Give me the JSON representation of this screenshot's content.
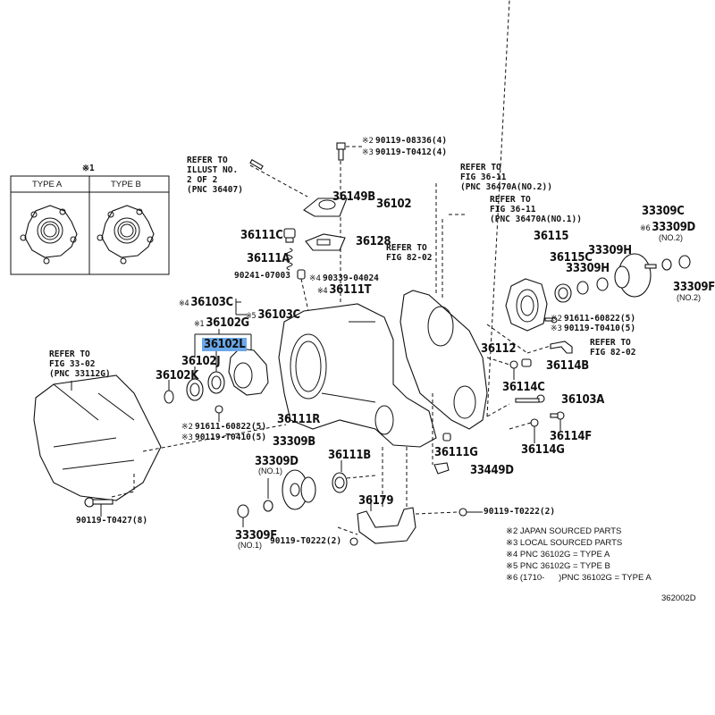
{
  "diagram": {
    "figure_id": "362002D",
    "highlighted_part": "36102L",
    "highlight_color": "#6aa7e8",
    "type_box": {
      "marker": "※1",
      "columns": [
        "TYPE A",
        "TYPE B"
      ]
    },
    "refs": {
      "illust": [
        "REFER TO",
        "ILLUST NO.",
        "2 OF 2",
        "(PNC 36407)"
      ],
      "fig36_11_no2": [
        "REFER TO",
        "FIG 36-11",
        "(PNC 36470A(NO.2))"
      ],
      "fig36_11_no1": [
        "REFER TO",
        "FIG 36-11",
        "(PNC 36470A(NO.1))"
      ],
      "fig82_02_top": [
        "REFER TO",
        "FIG 82-02"
      ],
      "fig82_02_right": [
        "REFER TO",
        "FIG 82-02"
      ],
      "fig33_02": [
        "REFER TO",
        "FIG 33-02",
        "(PNC 33112G)"
      ]
    },
    "labels": {
      "bolt_top_a": {
        "mark": "※2",
        "text": "90119-08336(4)"
      },
      "bolt_top_b": {
        "mark": "※3",
        "text": "90119-T0412(4)"
      },
      "p36149B": "36149B",
      "p36102": "36102",
      "p36111C": "36111C",
      "p36128": "36128",
      "p36111A": "36111A",
      "p90241": "90241-07003",
      "p90339": {
        "mark": "※4",
        "text": "90339-04024"
      },
      "p36111T": {
        "mark": "※4",
        "text": "36111T"
      },
      "p36103C_a": {
        "mark": "※4",
        "text": "36103C"
      },
      "p36103C_b": {
        "mark": "※5",
        "text": "36103C"
      },
      "p36102G": {
        "mark": "※1",
        "text": "36102G"
      },
      "p36102L": "36102L",
      "p36102J": "36102J",
      "p36102K": "36102K",
      "bolt_left_a": {
        "mark": "※2",
        "text": "91611-60822(5)"
      },
      "bolt_left_b": {
        "mark": "※3",
        "text": "90119-T0410(5)"
      },
      "p36111R": "36111R",
      "p33309B": "33309B",
      "p33309D_no1": "33309D",
      "no1_a": "(NO.1)",
      "p33309F_no1": "33309F",
      "no1_b": "(NO.1)",
      "p36111B": "36111B",
      "p36179": "36179",
      "bolt_bottom_mid": "90119-T0222(2)",
      "bolt_bottom_right": "90119-T0222(2)",
      "p90119_T0427": "90119-T0427(8)",
      "p36115": "36115",
      "p36115C": "36115C",
      "p33309H_a": "33309H",
      "p33309H_b": "33309H",
      "p33309C": "33309C",
      "p33309D_no2": {
        "mark": "※6",
        "text": "33309D"
      },
      "no2_a": "(NO.2)",
      "p33309F_no2": "33309F",
      "no2_b": "(NO.2)",
      "bolt_right_a": {
        "mark": "※2",
        "text": "91611-60822(5)"
      },
      "bolt_right_b": {
        "mark": "※3",
        "text": "90119-T0410(5)"
      },
      "p36112": "36112",
      "p36114B": "36114B",
      "p36114C": "36114C",
      "p36103A": "36103A",
      "p36114F": "36114F",
      "p36114G": "36114G",
      "p36111G": "36111G",
      "p33449D": "33449D"
    },
    "notes": [
      "※2 JAPAN SOURCED PARTS",
      "※3 LOCAL SOURCED PARTS",
      "※4 PNC 36102G = TYPE A",
      "※5 PNC 36102G = TYPE B",
      "※6 (1710-      )PNC 36102G = TYPE A"
    ]
  }
}
